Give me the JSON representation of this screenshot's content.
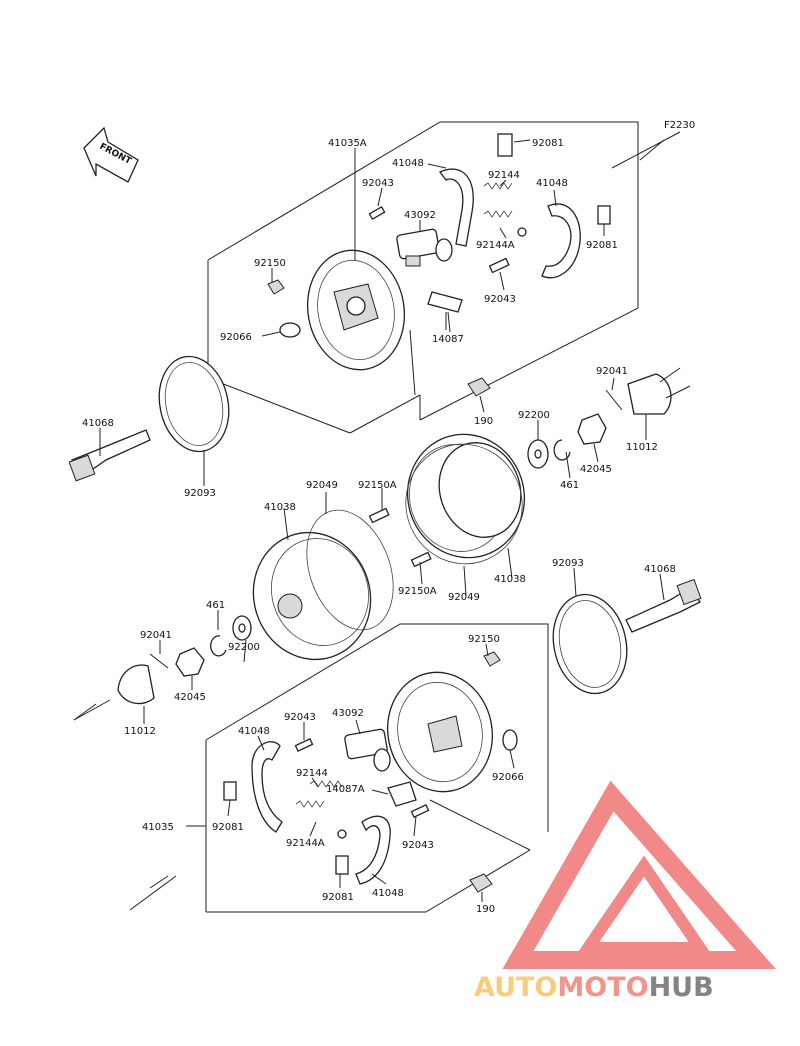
{
  "front_badge": "FRONT",
  "figure_code": "F2230",
  "labels": {
    "l41035A": "41035A",
    "l41048_top": "41048",
    "l92081_top": "92081",
    "l92043_top": "92043",
    "l92144_top": "92144",
    "l41048_top2": "41048",
    "l43092_top": "43092",
    "l92144A_top": "92144A",
    "l92081_top2": "92081",
    "l92150_top": "92150",
    "l92043_top2": "92043",
    "l14087_top": "14087",
    "l92066_top": "92066",
    "l41068_top": "41068",
    "l92093_top": "92093",
    "l190_top": "190",
    "l92200_top": "92200",
    "l92041_top": "92041",
    "l11012_top": "11012",
    "l42045_top": "42045",
    "l461_top": "461",
    "l92049_top": "92049",
    "l92150A_top": "92150A",
    "l41038_left": "41038",
    "l92150A_mid": "92150A",
    "l92049_mid": "92049",
    "l41038_mid": "41038",
    "l92093_right": "92093",
    "l41068_right": "41068",
    "l461_left": "461",
    "l92041_left": "92041",
    "l92200_left": "92200",
    "l42045_left": "42045",
    "l11012_left": "11012",
    "l92150_bot": "92150",
    "l43092_bot": "43092",
    "l92043_bot": "92043",
    "l41048_bot": "41048",
    "l92144_bot": "92144",
    "l14087A_bot": "14087A",
    "l92066_bot": "92066",
    "l41035_bot": "41035",
    "l92081_bot": "92081",
    "l92144A_bot": "92144A",
    "l92043_bot2": "92043",
    "l92081_bot2": "92081",
    "l41048_bot2": "41048",
    "l190_bot": "190"
  },
  "watermark": {
    "part1": "AUTO",
    "part2": "MOTO",
    "part3": "HUB",
    "colors": {
      "auto": "#f7c873",
      "moto": "#f28b82",
      "hub": "#7a7a7a",
      "triangle": "#f08080"
    }
  }
}
